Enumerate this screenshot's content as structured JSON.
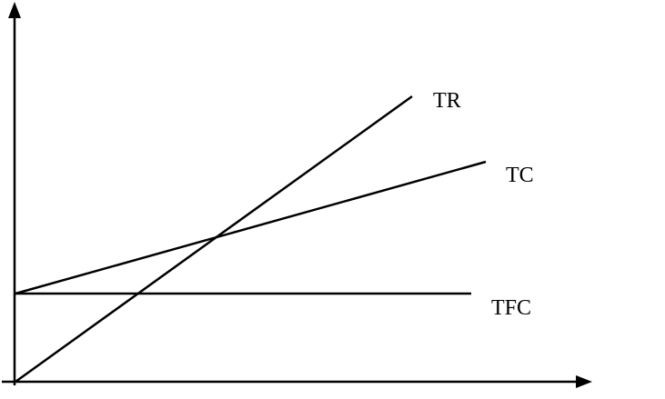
{
  "diagram": {
    "type": "break-even",
    "colors": {
      "lines": "#000000",
      "background": "#ffffff"
    },
    "lines": [
      {
        "label": "TR"
      },
      {
        "label": "TC"
      },
      {
        "label": "TFC"
      }
    ]
  }
}
